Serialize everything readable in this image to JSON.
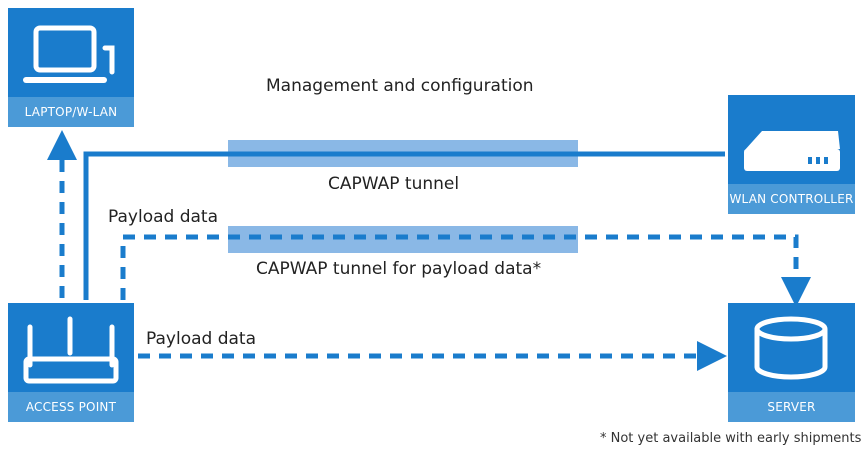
{
  "nodes": {
    "laptop": {
      "caption": "LAPTOP/W-LAN",
      "icon": "laptop-icon"
    },
    "controller": {
      "caption": "WLAN CONTROLLER",
      "icon": "wlan-controller-icon"
    },
    "access_point": {
      "caption": "ACCESS POINT",
      "icon": "access-point-icon"
    },
    "server": {
      "caption": "SERVER",
      "icon": "database-server-icon"
    }
  },
  "labels": {
    "management": "Management and configuration",
    "capwap_tunnel": "CAPWAP tunnel",
    "payload_upper": "Payload data",
    "capwap_payload_tunnel": "CAPWAP tunnel for payload data*",
    "payload_lower": "Payload data"
  },
  "footnote": "* Not yet available with early shipments",
  "colors": {
    "primary": "#1a7ccc",
    "caption_band": "#4b9ad7",
    "tunnel": "#8ab8e6"
  }
}
